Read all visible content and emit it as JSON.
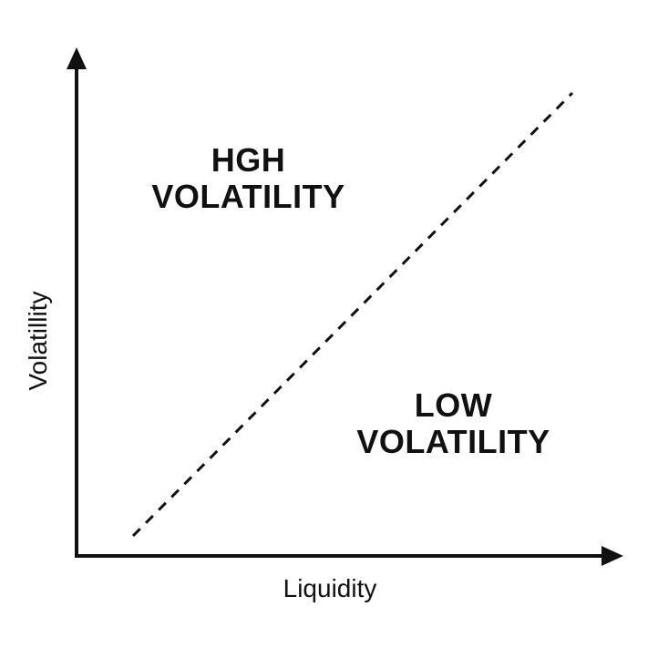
{
  "diagram": {
    "regions": {
      "high": {
        "line1": "HGH",
        "line2": "VOLATILITY"
      },
      "low": {
        "line1": "LOW",
        "line2": "VOLATILITY"
      }
    },
    "axes": {
      "x_label": "Liquidity",
      "y_label": "Volatillity"
    },
    "colors": {
      "ink": "#111111",
      "background": "#ffffff"
    }
  }
}
